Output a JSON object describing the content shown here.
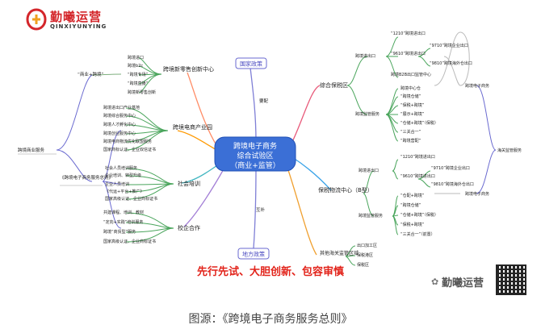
{
  "logo": {
    "name": "勤曦运营",
    "sub": "QINXIYUNYING"
  },
  "center": {
    "line1": "跨境电子商务",
    "line2": "综合试验区",
    "line3": "（商业+监管）"
  },
  "policy_top": "国家政策",
  "policy_bottom": "地方政策",
  "link_top": "要配",
  "link_bottom": "互补",
  "left_root": "跨境商业服务",
  "left_group": "《跨境电子商务服务总则》",
  "leftA": {
    "label": "跨境新零售创新中心",
    "side": "“商业+跨境”",
    "items": [
      "跨境进口",
      "跨境b2c",
      "“跨境专场”",
      "“跨境直播”",
      "跨境新零售创新"
    ]
  },
  "leftB": {
    "label": "跨境电商产业园",
    "items": [
      "跨境进出口产业基地",
      "跨境综合服务中心",
      "跨境人才孵化中心",
      "跨境创业服务中心",
      "跨境电商物流优化联盟服务",
      "国家商标认证、企业双信证书"
    ]
  },
  "leftC": {
    "label": "社会培训",
    "items": [
      "社会人员培训服务",
      "企业培训、转型升级",
      "企业人员培训",
      "《代运+平台+推广》",
      "国家高级认证、企业商标证书"
    ]
  },
  "leftD": {
    "label": "校企合作",
    "items": [
      "共建课程、培训、教材",
      "“定向+实践”培训服务",
      "跨境“商贸型”服务",
      "国家高级认证、企业商标证书"
    ]
  },
  "right_root": "海关监管服务",
  "r1": {
    "label": "综合保税区",
    "sub1": {
      "label": "跨境进出口",
      "items": [
        "“1210”跨境进出口",
        "“9610”跨境进出口",
        "跨境B2B出口监管中心"
      ],
      "leaf": [
        "“9710”跨境企业出口",
        "“9810”跨境海外仓出口"
      ]
    },
    "sub2": {
      "label": "跨境监管服务",
      "items": [
        "跨境中心仓",
        "“跨境仓储”",
        "“保税+跨境”",
        "“展示+跨境”",
        "“仓储+跨境”（保税）",
        "“三关合一”",
        "“跨境营配”"
      ]
    },
    "group": "跨境电子商务"
  },
  "r2": {
    "label": "保税物流中心（B型）",
    "sub1": {
      "label": "跨境进出口",
      "items": [
        "“1210”跨境进出口",
        "“9610”跨境进出口"
      ],
      "leaf": [
        "“9710”跨境企业出口",
        "“9810”跨境海外仓出口"
      ]
    },
    "sub2": {
      "label": "跨境监管服务",
      "items": [
        "“仓配+跨境”",
        "“跨境仓储”",
        "“仓储+跨境”（保税）",
        "“保税+跨境”",
        "“三关合一”（前置）"
      ]
    },
    "group": "跨境电子商务"
  },
  "r3": {
    "label": "其他海关监管区域",
    "items": [
      "出口加工区",
      "保税港区",
      "保税区"
    ]
  },
  "slogan": "先行先试、大胆创新、包容审慎",
  "watermark": "勤曦运营",
  "caption": "图源：《跨境电子商务服务总则》"
}
